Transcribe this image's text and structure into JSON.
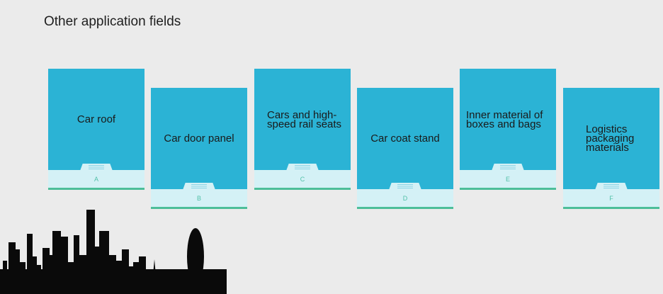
{
  "page": {
    "title": "Other application fields"
  },
  "cards": [
    {
      "label": "Car roof",
      "letter": "A"
    },
    {
      "label": "Car door panel",
      "letter": "B"
    },
    {
      "label": "Cars and high-speed rail seats",
      "letter": "C"
    },
    {
      "label": "Car coat stand",
      "letter": "D"
    },
    {
      "label": "Inner material of boxes and bags",
      "letter": "E"
    },
    {
      "label": "Logistics packaging materials",
      "letter": "F"
    }
  ],
  "colors": {
    "background": "#ebebeb",
    "card_top": "#2bb3d5",
    "card_bottom": "#d4f1f6",
    "accent_bar": "#4cbe99",
    "letter": "#52c0a8"
  },
  "decorations": {
    "skyline": "city-skyline-silhouette"
  }
}
